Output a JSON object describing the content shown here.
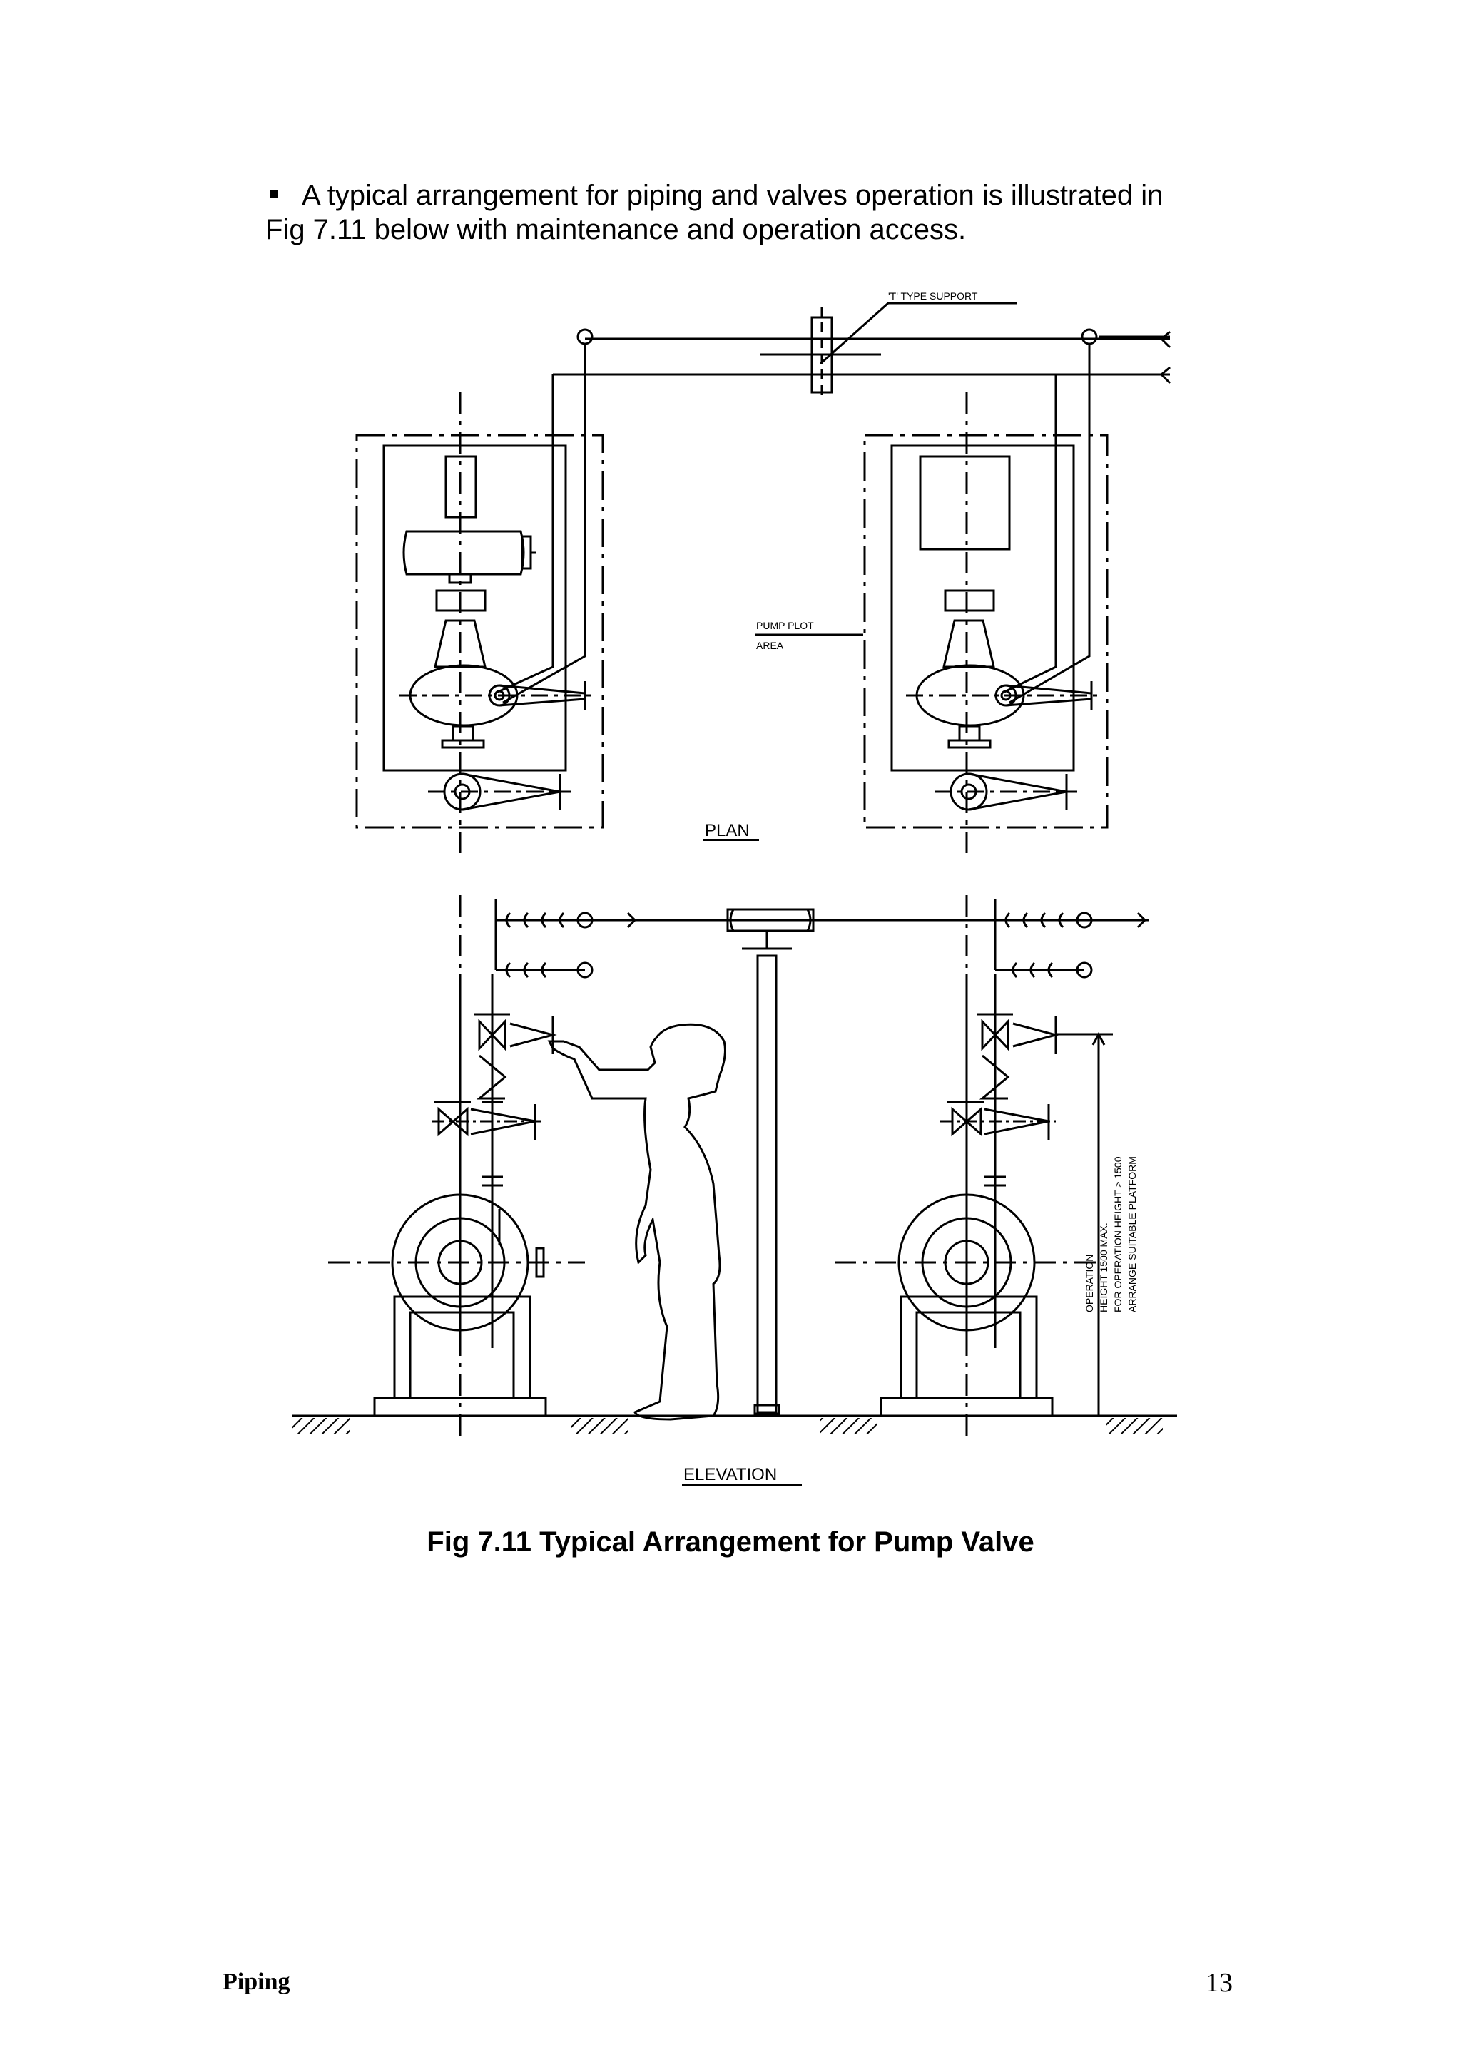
{
  "intro": {
    "line1": "A typical arrangement for piping and valves operation is illustrated in",
    "line2": "Fig 7.11 below with maintenance and operation access."
  },
  "figure": {
    "labels": {
      "t_support": "'T' TYPE SUPPORT",
      "pump_plot_1": "PUMP PLOT",
      "pump_plot_2": "AREA",
      "plan": "PLAN",
      "elevation": "ELEVATION",
      "note_1": "OPERATION",
      "note_2": "HEIGHT 1500 MAX.",
      "note_3": "FOR OPERATION HEIGHT > 1500",
      "note_4": "ARRANGE SUITABLE PLATFORM"
    }
  },
  "caption": "Fig 7.11 Typical Arrangement for Pump Valve",
  "footer": {
    "left": "Piping",
    "right": "13"
  },
  "colors": {
    "ink": "#000000",
    "paper": "#ffffff"
  }
}
